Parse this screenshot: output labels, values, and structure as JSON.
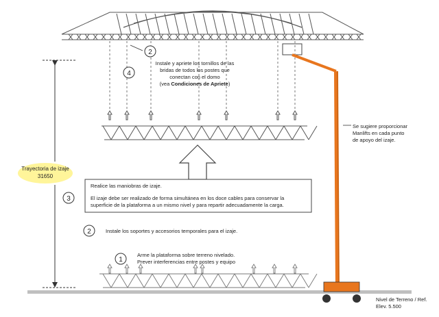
{
  "steps": {
    "s1": {
      "num": "1",
      "line1": "Arme la plataforma sobre terreno nivelado.",
      "line2": "Prever interferencias entre postes y equipo"
    },
    "s2a": {
      "num": "2",
      "text": "Instale los soportes y accesorios temporales para el izaje."
    },
    "s3": {
      "num": "3",
      "title": "Realice las maniobras de izaje.",
      "line1": "El izaje debe ser realizado de forma simultánea en los doce cables para conservar la",
      "line2": "superficie de la plataforma a un mismo nivel y para repartir adecuadamente la carga."
    },
    "s2b": {
      "num": "2"
    },
    "s4": {
      "num": "4",
      "line1": "Instale y apriete los tornillos de las",
      "line2": "bridas de todos los postes que",
      "line3": "conectan con el domo",
      "line4_pre": "(vea ",
      "line4_bold": "Condiciones de Apriete",
      "line4_post": ")"
    }
  },
  "trajectory": {
    "label": "Trayectoria de izaje",
    "value": "31650",
    "color": "#fff59a"
  },
  "lift_note": {
    "line1": "Se sugiere proporcionar",
    "line2": "Manlifts en cada punto",
    "line3": "de apoyo del izaje."
  },
  "ground": {
    "line1": "Nivel de Terreno / Ref.",
    "line2": "Elev. 5.500"
  },
  "colors": {
    "boom": "#e8761e",
    "structure": "#555555",
    "ground": "#bfbfbf"
  }
}
